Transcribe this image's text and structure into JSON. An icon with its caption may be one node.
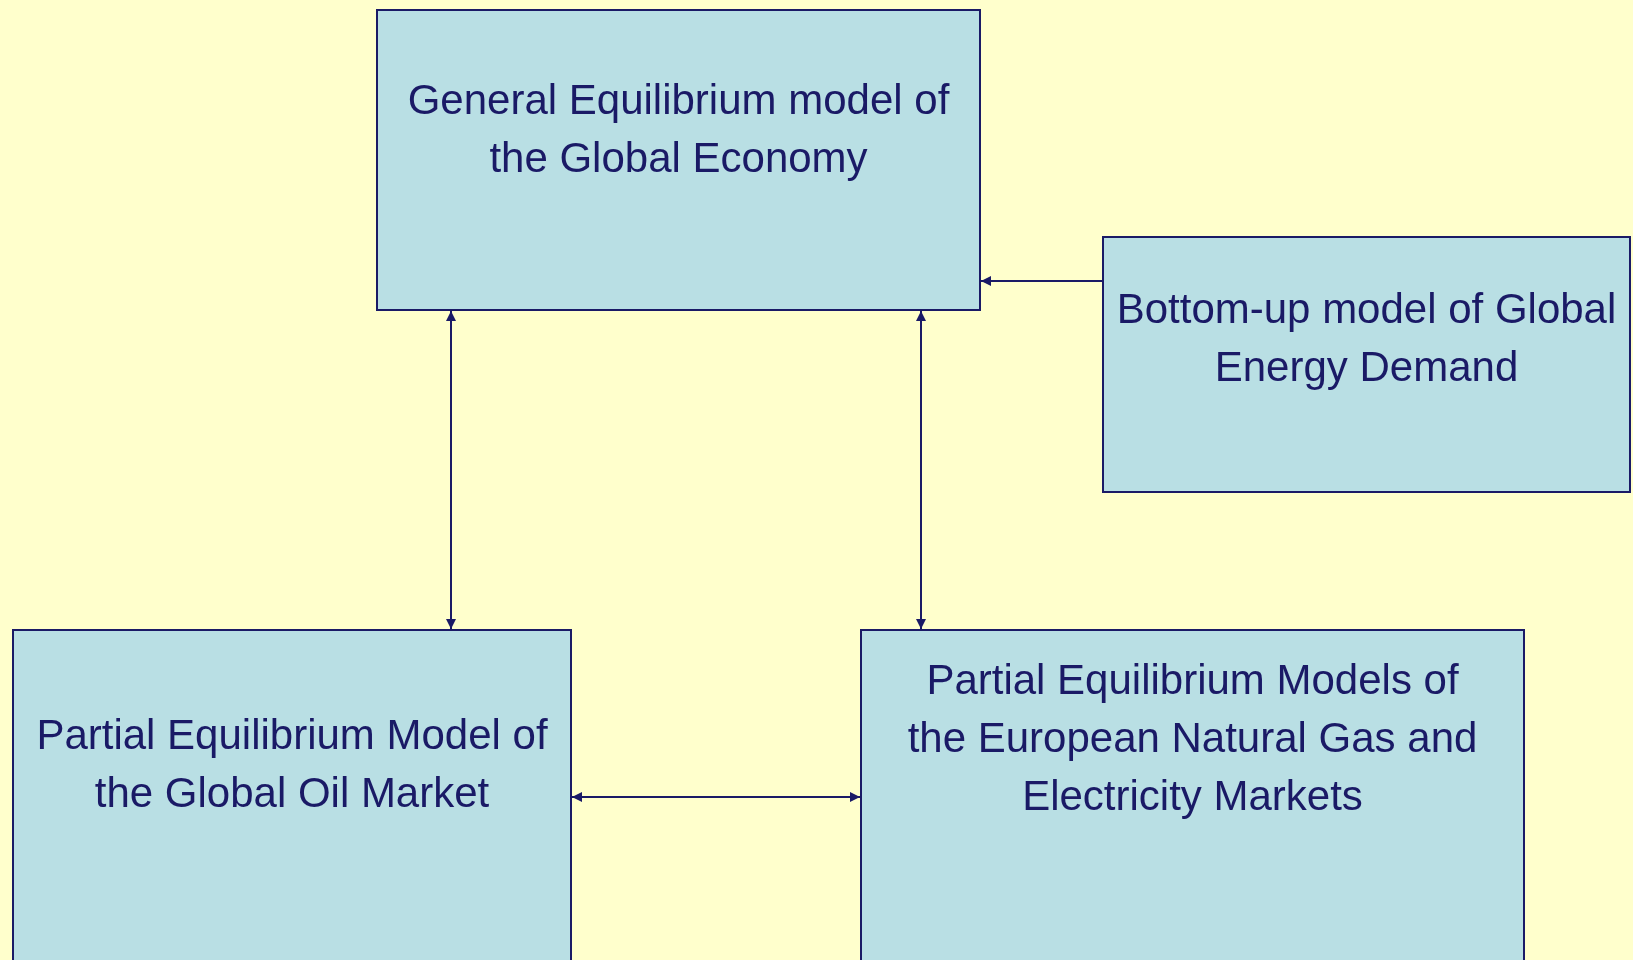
{
  "diagram": {
    "nodes": [
      {
        "text": [
          "General Equilibrium model of the Global Economy"
        ]
      },
      {
        "text": [
          "Bottom-up model of Global Energy Demand"
        ]
      },
      {
        "text": [
          "Partial Equilibrium Model of the Global Oil Market"
        ]
      },
      {
        "text": [
          "Partial Equilibrium Models of the European Natural Gas and Electricity Markets"
        ]
      }
    ],
    "edges": [
      {
        "from": 1,
        "to": 0,
        "arrow": "to"
      },
      {
        "from": 0,
        "to": 2,
        "arrow": "both"
      },
      {
        "from": 0,
        "to": 3,
        "arrow": "both"
      },
      {
        "from": 2,
        "to": 3,
        "arrow": "both"
      }
    ]
  }
}
